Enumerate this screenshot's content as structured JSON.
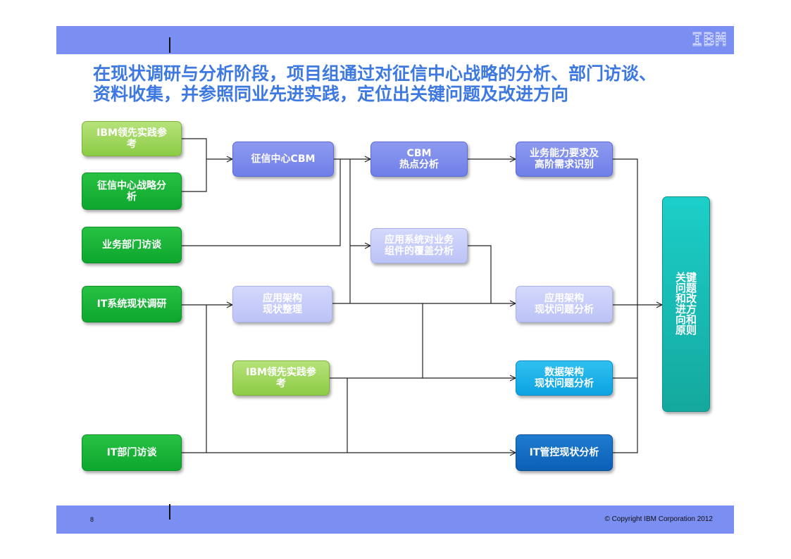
{
  "header": {
    "logo": "IBM"
  },
  "title": {
    "line1": "在现状调研与分析阶段，项目组通过对征信中心战略的分析、部门访谈、",
    "line2": "资料收集，并参照同业先进实践，定位出关键问题及改进方向"
  },
  "nodes": {
    "ibm_practice_1": "IBM领先实践参\n考",
    "center_strategy": "征信中心战略分\n析",
    "business_interview": "业务部门访谈",
    "it_system_survey": "IT系统现状调研",
    "it_interview": "IT部门访谈",
    "center_cbm": "征信中心CBM",
    "cbm_hotspot": "CBM\n热点分析",
    "biz_capability": "业务能力要求及\n高阶需求识别",
    "app_coverage": "应用系统对业务\n组件的覆盖分析",
    "app_arch_current": "应用架构\n现状整理",
    "app_arch_issue": "应用架构\n现状问题分析",
    "ibm_practice_2": "IBM领先实践参\n考",
    "data_arch_issue": "数据架构\n现状问题分析",
    "it_governance": "IT管控现状分析",
    "key_issues": "关键\n问题\n和改\n进方\n向和\n原则"
  },
  "footer": {
    "page_number": "8",
    "copyright": "© Copyright IBM Corporation 2012"
  }
}
